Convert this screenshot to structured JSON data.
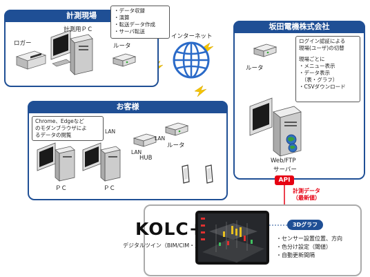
{
  "site": {
    "title": "計測現場",
    "bubble_items": [
      "・データ収録",
      "・演算",
      "・転送データ作成",
      "・サーバ転送"
    ],
    "logger_label": "ロガー",
    "pc_label": "計測用ＰＣ",
    "router_label": "ルータ"
  },
  "internet_label": "インターネット",
  "company": {
    "title": "坂田電機株式会社",
    "router_label": "ルータ",
    "features": [
      "ログイン認証による",
      "現場(ユーザ)の切替",
      "",
      "現場ごとに",
      "・メニュー表示",
      "・データ表示",
      "　（表・グラフ）",
      "・CSVダウンロード"
    ],
    "server_label_1": "Web/FTP",
    "server_label_2": "サーバー"
  },
  "customer": {
    "title": "お客様",
    "bubble_lines": [
      "Chrome、Edgeなど",
      "のモダンブラウザによ",
      "るデータの閲覧"
    ],
    "lan_labels": [
      "LAN",
      "LAN",
      "LAN"
    ],
    "hub_label": "HUB",
    "router_label": "ルータ",
    "pc_labels": [
      "ＰＣ",
      "ＰＣ"
    ]
  },
  "api_label": "API",
  "measurement_data": [
    "計測データ",
    "（最新値）"
  ],
  "kolc": {
    "logo": "KOLC+",
    "subtitle": "デジタルツイン（BIM/CIM・点群）",
    "graph_badge": "3Dグラフ",
    "features": [
      "・センサー設置位置、方向",
      "・色分け設定（閾値）",
      "・自動更新間隔"
    ]
  },
  "colors": {
    "brand_blue": "#1f4f95",
    "api_red": "#e60012"
  }
}
